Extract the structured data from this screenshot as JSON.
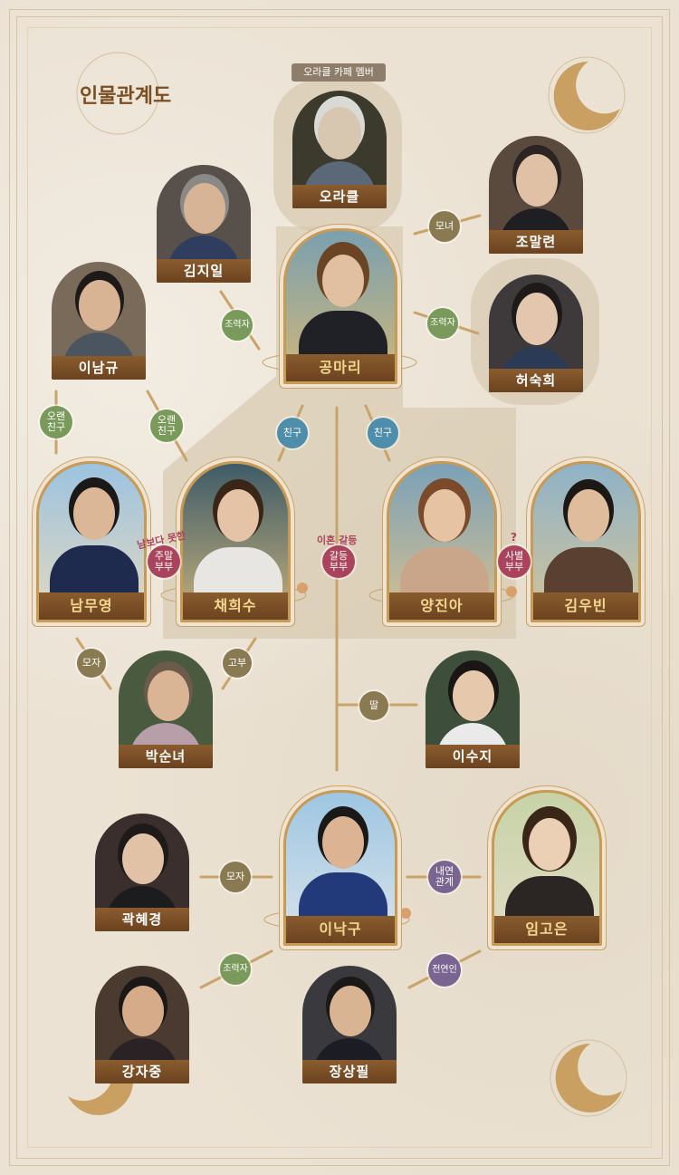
{
  "title": "인물관계도",
  "ribbon": "오라클 카페 멤버",
  "characters": {
    "oracle": "오라클",
    "jomalryeon": "조말련",
    "kimjiil": "김지일",
    "gongmari": "공마리",
    "heosukhee": "허숙희",
    "inamgyu": "이남규",
    "chaeheesu": "채희수",
    "yangjina": "양진아",
    "kimwoobin": "김우빈",
    "nammuyeong": "남무영",
    "baksunnyeo": "박순녀",
    "isuji": "이수지",
    "inakgu": "이낙구",
    "imgoeun": "임고은",
    "gwakhyegyeong": "곽혜경",
    "gangjajung": "강자중",
    "jangsangpil": "장상필"
  },
  "relations": {
    "monyeo": "모녀",
    "helper1": "조력자",
    "helper2": "조력자",
    "oldfriend1": "오랜\n친구",
    "oldfriend2": "오랜\n친구",
    "friend1": "친구",
    "friend2": "친구",
    "weekend": "주말\n부부",
    "weekend_note": "남보다 못한",
    "conflict": "갈등\n부부",
    "conflict_note": "이혼 갈등",
    "deadbody": "사별\n부부",
    "deadbody_note": "?",
    "mother_son1": "모자",
    "inlaw": "고부",
    "daughter": "딸",
    "mother_son2": "모자",
    "romance": "내연\n관계",
    "helper3": "조력자",
    "ex": "전연인"
  },
  "colors": {
    "gold": "#c79a55",
    "plate": "#7a4e22",
    "green": "#7a9a5c",
    "blue": "#4f8eaa",
    "red": "#a9445c",
    "purple": "#7a6490"
  }
}
